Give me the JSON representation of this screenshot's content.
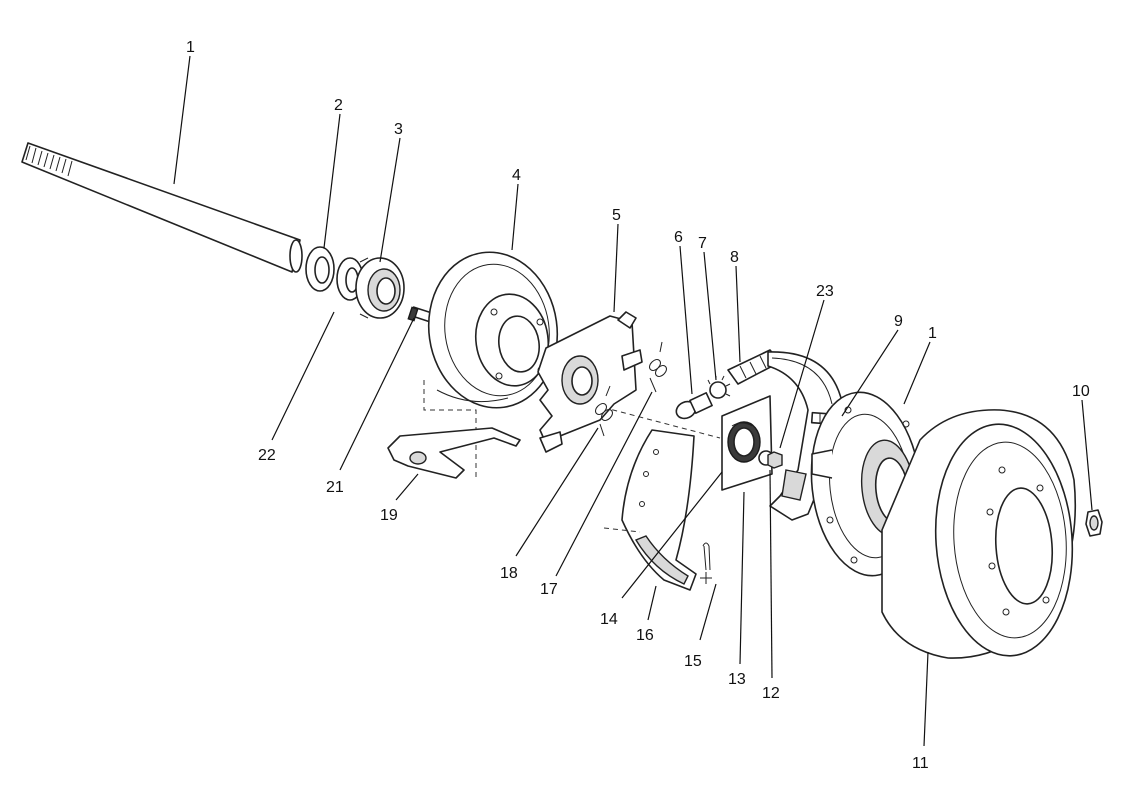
{
  "diagram": {
    "callouts": [
      {
        "id": "c1a",
        "label": "1"
      },
      {
        "id": "c2",
        "label": "2"
      },
      {
        "id": "c3",
        "label": "3"
      },
      {
        "id": "c4",
        "label": "4"
      },
      {
        "id": "c5",
        "label": "5"
      },
      {
        "id": "c6",
        "label": "6"
      },
      {
        "id": "c7",
        "label": "7"
      },
      {
        "id": "c8",
        "label": "8"
      },
      {
        "id": "c23",
        "label": "23"
      },
      {
        "id": "c9",
        "label": "9"
      },
      {
        "id": "c1b",
        "label": "1"
      },
      {
        "id": "c10",
        "label": "10"
      },
      {
        "id": "c22",
        "label": "22"
      },
      {
        "id": "c21",
        "label": "21"
      },
      {
        "id": "c19",
        "label": "19"
      },
      {
        "id": "c18",
        "label": "18"
      },
      {
        "id": "c17",
        "label": "17"
      },
      {
        "id": "c14",
        "label": "14"
      },
      {
        "id": "c16",
        "label": "16"
      },
      {
        "id": "c15",
        "label": "15"
      },
      {
        "id": "c13",
        "label": "13"
      },
      {
        "id": "c12",
        "label": "12"
      },
      {
        "id": "c11",
        "label": "11"
      }
    ]
  }
}
